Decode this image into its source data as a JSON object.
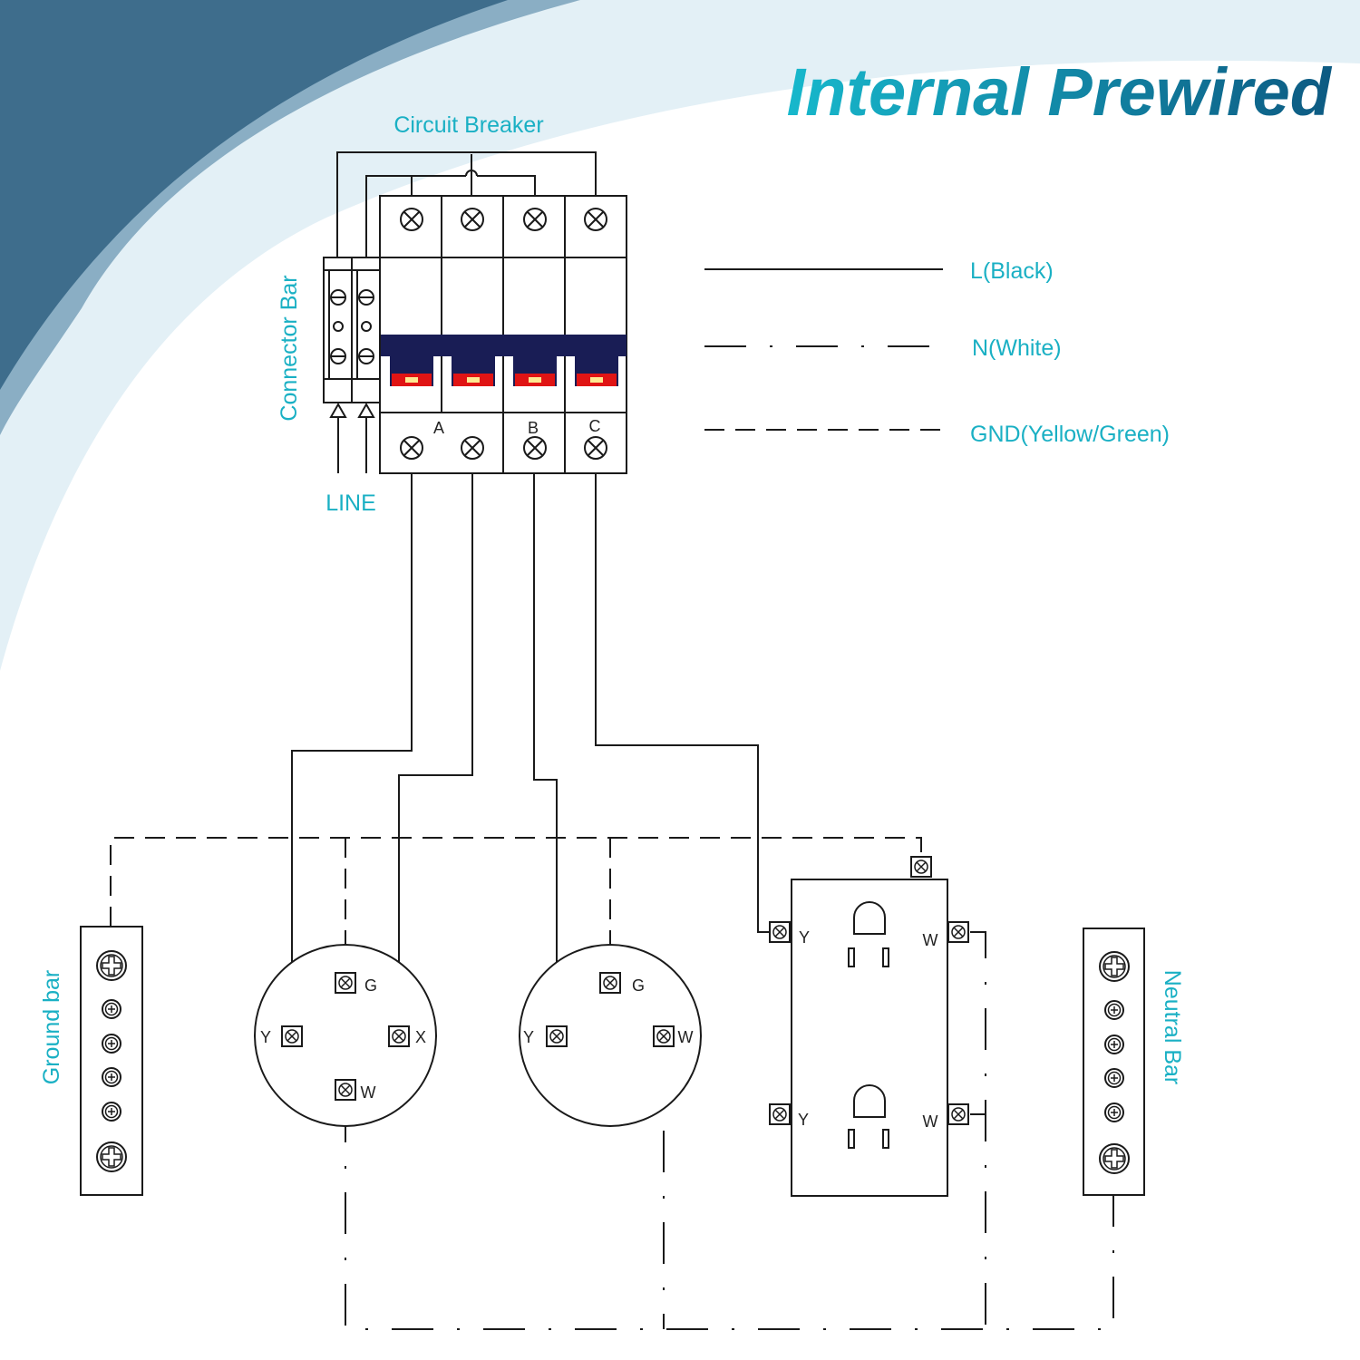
{
  "title": "Internal Prewired",
  "labels": {
    "circuit_breaker": "Circuit Breaker",
    "connector_bar": "Connector Bar",
    "line": "LINE",
    "ground_bar": "Ground bar",
    "neutral_bar": "Neutral Bar"
  },
  "breaker_poles": {
    "a": "A",
    "b": "B",
    "c": "C"
  },
  "legend": [
    {
      "label": "L(Black)",
      "style": "solid"
    },
    {
      "label": "N(White)",
      "style": "dash-dot"
    },
    {
      "label": "GND(Yellow/Green)",
      "style": "dashed"
    }
  ],
  "terminals": {
    "g": "G",
    "y": "Y",
    "x": "X",
    "w": "W"
  },
  "colors": {
    "accent": "#1ab0c4",
    "title_start": "#17b8cc",
    "title_end": "#0d5a82",
    "banner_dark": "#3e6d8c",
    "banner_light": "#8aaec4",
    "breaker_handle": "#191d55",
    "breaker_indicator": "#e01414"
  }
}
